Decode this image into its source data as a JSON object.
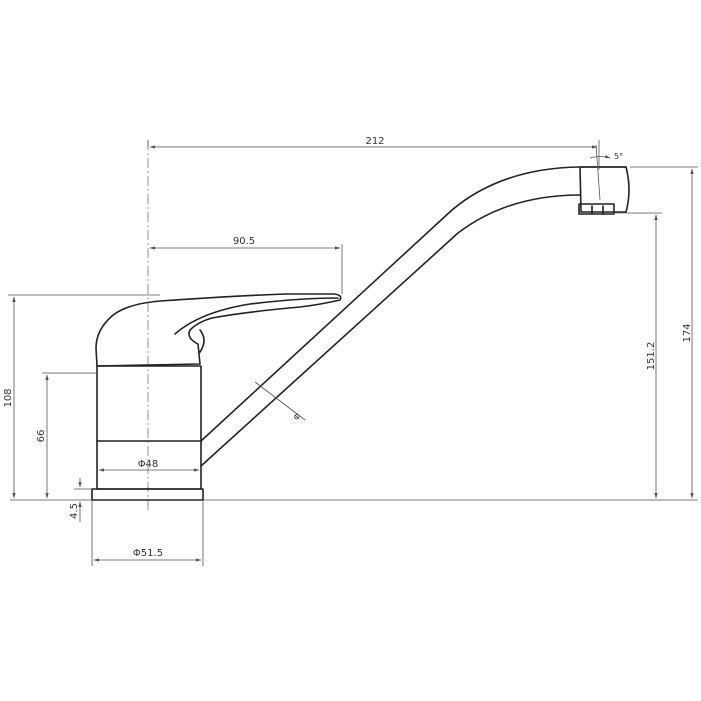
{
  "drawing": {
    "dimensions": {
      "spout_reach": "212",
      "lever_reach": "90.5",
      "spout_angle": "5°",
      "total_height": "174",
      "outlet_height": "151.2",
      "lever_height": "108",
      "body_height": "66",
      "base_height": "4.5",
      "body_diameter": "Φ48",
      "base_diameter": "Φ51.5",
      "spout_diameter": "Φ"
    }
  }
}
